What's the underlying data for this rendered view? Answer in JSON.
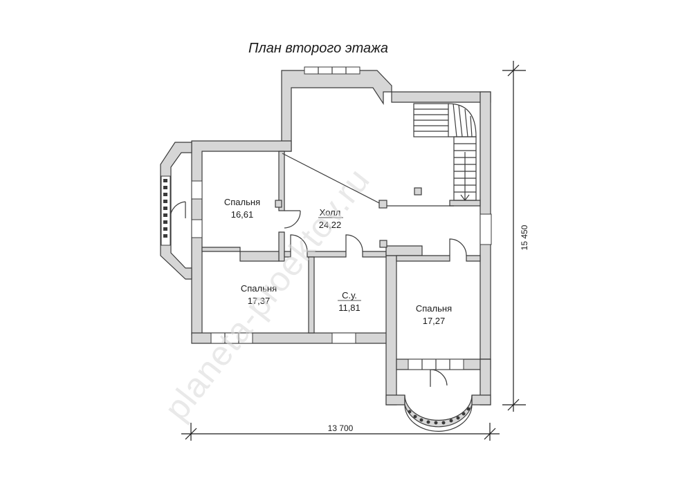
{
  "title": "План второго этажа",
  "rooms": [
    {
      "name": "Спальня",
      "area": "16,61"
    },
    {
      "name": "Холл",
      "area": "24,22"
    },
    {
      "name": "Спальня",
      "area": "17,37"
    },
    {
      "name": "С.у.",
      "area": "11,81"
    },
    {
      "name": "Спальня",
      "area": "17,27"
    }
  ],
  "dimensions": {
    "width": "13 700",
    "height": "15 450"
  },
  "watermark": "planeta-proektov.ru",
  "colors": {
    "wall_fill": "#d6d6d6",
    "line": "#3a3a3a"
  }
}
